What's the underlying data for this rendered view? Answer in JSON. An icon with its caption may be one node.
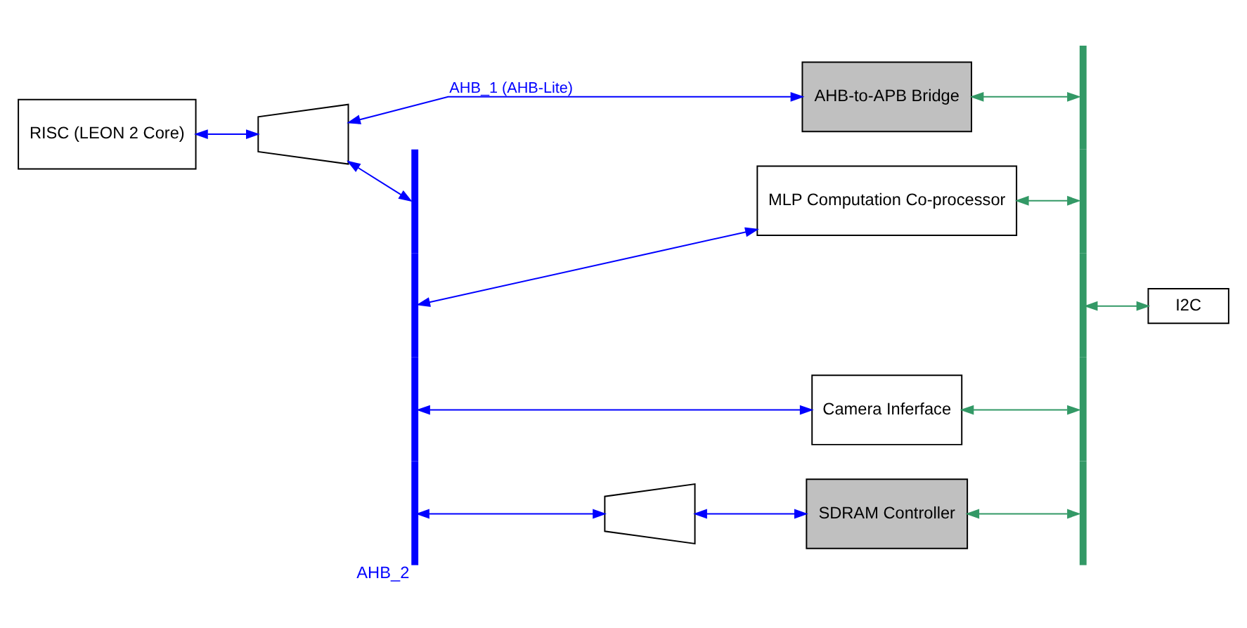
{
  "diagram": {
    "nodes": [
      {
        "text": [
          "RISC (LEON 2 Core)"
        ]
      },
      {
        "text": [],
        "shape": "trapezoid"
      },
      {
        "text": [
          "AHB-to-APB Bridge"
        ]
      },
      {
        "text": [],
        "shape": "bar",
        "beside": [
          "AHB_2"
        ]
      },
      {
        "text": [
          "MLP Computation Co-processor"
        ]
      },
      {
        "text": [
          "Camera Inferface"
        ]
      },
      {
        "text": [],
        "shape": "trapezoid"
      },
      {
        "text": [
          "SDRAM Controller"
        ]
      },
      {
        "text": [],
        "shape": "bar"
      },
      {
        "text": [
          "I2C"
        ]
      }
    ],
    "edges": [
      {
        "from": 0,
        "to": 1,
        "arrow": "both"
      },
      {
        "from": 1,
        "to": 2,
        "arrow": "both",
        "label": "AHB_1 (AHB-Lite)"
      },
      {
        "from": 1,
        "to": 3,
        "arrow": "both"
      },
      {
        "from": 3,
        "to": 4,
        "arrow": "both"
      },
      {
        "from": 3,
        "to": 5,
        "arrow": "both"
      },
      {
        "from": 3,
        "to": 6,
        "arrow": "both"
      },
      {
        "from": 6,
        "to": 7,
        "arrow": "both"
      },
      {
        "from": 2,
        "to": 8,
        "arrow": "both",
        "color": "#339966"
      },
      {
        "from": 4,
        "to": 8,
        "arrow": "both",
        "color": "#339966"
      },
      {
        "from": 5,
        "to": 8,
        "arrow": "both",
        "color": "#339966"
      },
      {
        "from": 7,
        "to": 8,
        "arrow": "both",
        "color": "#339966"
      },
      {
        "from": 8,
        "to": 9,
        "arrow": "both",
        "color": "#339966"
      }
    ]
  }
}
